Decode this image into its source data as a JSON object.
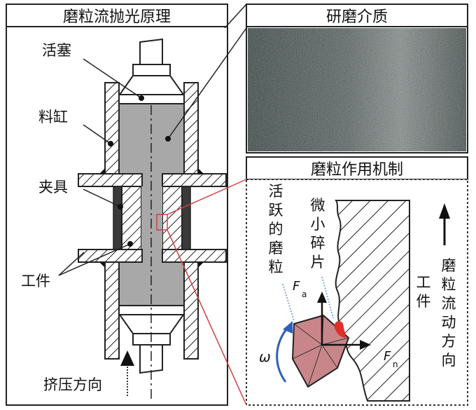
{
  "left_panel": {
    "title": "磨粒流抛光原理",
    "labels": {
      "piston": "活塞",
      "cylinder": "料缸",
      "fixture": "夹具",
      "workpiece": "工件",
      "extrusion_direction": "挤压方向"
    }
  },
  "right_top_panel": {
    "title": "研磨介质"
  },
  "right_bottom_panel": {
    "title": "磨粒作用机制",
    "labels": {
      "active_grain": [
        "活",
        "跃",
        "的",
        "磨",
        "粒"
      ],
      "micro_chips": [
        "微",
        "小",
        "碎",
        "片"
      ],
      "workpiece": [
        "工",
        "件"
      ],
      "flow_direction": [
        "磨",
        "粒",
        "流",
        "动",
        "方",
        "向"
      ],
      "force_a": "F",
      "force_a_sub": "a",
      "force_n": "F",
      "force_n_sub": "n",
      "omega": "ω"
    }
  },
  "colors": {
    "medium_gray": "#a8a8a8",
    "grain_fill": "#c9868a",
    "chip_red": "#e0302a",
    "callout_red": "#d04040",
    "omega_arrow": "#2f5fb8",
    "dotted_blue": "#8aa8d8"
  }
}
